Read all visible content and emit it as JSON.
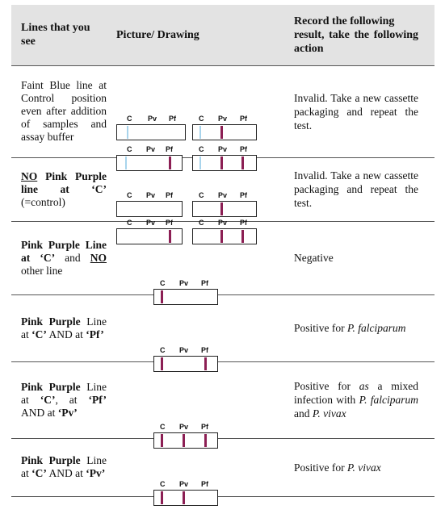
{
  "header": {
    "col1": "Lines that you see",
    "col2": "Picture/ Drawing",
    "col3_a": "Record the following result, take the following",
    "col3_b": "action"
  },
  "strip_labels": {
    "c": "C",
    "pv": "Pv",
    "pf": "Pf"
  },
  "colors": {
    "pink_line": "#8c1f54",
    "faint_blue_line": "#a8d4ec",
    "header_bg": "#e3e3e3"
  },
  "rows": [
    {
      "see": "Faint Blue line at Control position even after addition of samples and assay buffer",
      "result": "Invalid. Take a new cassette packaging and repeat the test."
    },
    {
      "see_a": "NO",
      "see_b": " Pink Purple line at ‘C’",
      "see_c": " (=control)",
      "result": "Invalid. Take a new cassette packaging and repeat the test."
    },
    {
      "see_a": "Pink Purple Line at ‘C’",
      "see_b": " and ",
      "see_c": "NO",
      "see_d": " other line",
      "result": "Negative"
    },
    {
      "see_a": "Pink Purple",
      "see_b": " Line at ",
      "see_c": "‘C’",
      "see_d": " AND at ",
      "see_e": "‘Pf’",
      "result_a": "Positive for ",
      "result_b": "P. falciparum"
    },
    {
      "see_a": "Pink Purple",
      "see_b": " Line at ",
      "see_c": "‘C’",
      "see_d": ", at ",
      "see_e": "‘Pf’",
      "see_f": " AND at ",
      "see_g": "‘Pv’",
      "result_a": "Positive for ",
      "result_b": "as",
      "result_c": " a mixed infection with ",
      "result_d": "P. falciparum",
      "result_e": " and ",
      "result_f": "P. vivax"
    },
    {
      "see_a": "Pink Purple",
      "see_b": " Line at ",
      "see_c": "‘C’",
      "see_d": " AND at ",
      "see_e": "‘Pv’",
      "result_a": "Positive for ",
      "result_b": "P. vivax"
    }
  ]
}
